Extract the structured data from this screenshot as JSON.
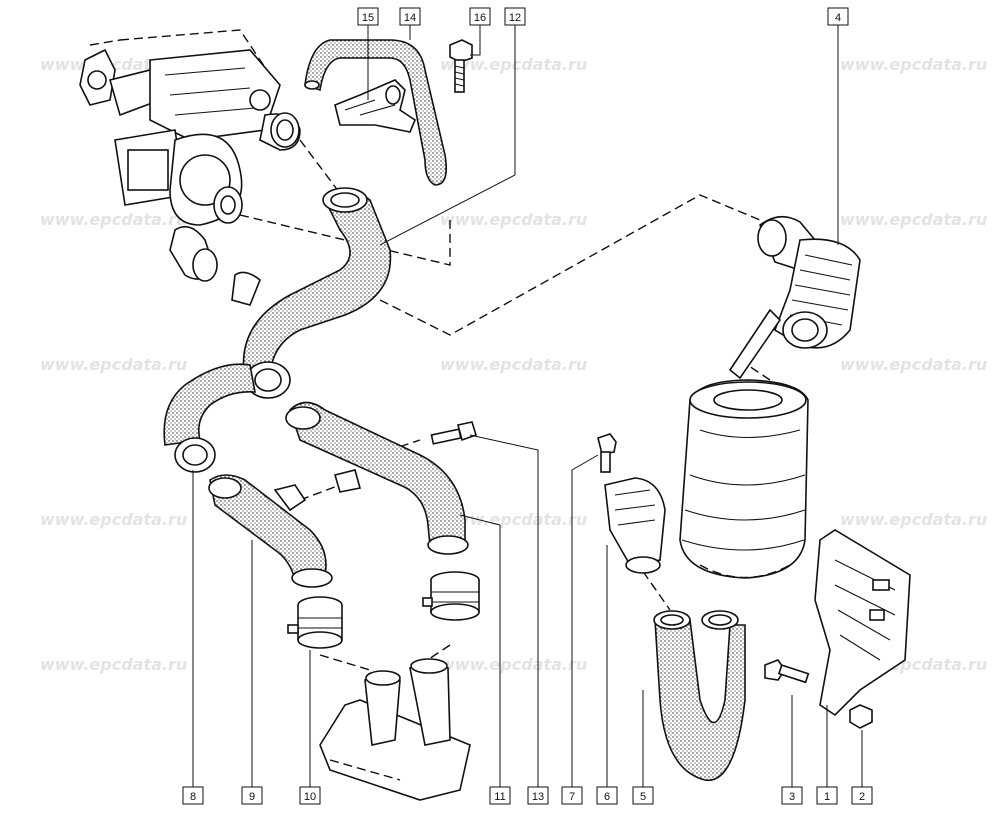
{
  "watermark": "www.epcdata.ru",
  "callouts": {
    "c1": "1",
    "c2": "2",
    "c3": "3",
    "c4": "4",
    "c5": "5",
    "c6": "6",
    "c7": "7",
    "c8": "8",
    "c9": "9",
    "c10": "10",
    "c11": "11",
    "c12": "12",
    "c13": "13",
    "c14": "14",
    "c15": "15",
    "c16": "16"
  },
  "icons": {
    "turbocharger": "turbocharger-icon",
    "air_filter": "air-filter-housing-icon",
    "intake_manifold": "intake-manifold-icon"
  },
  "colors": {
    "line": "#111111",
    "watermark": "#e3e3e3",
    "background": "#ffffff"
  }
}
